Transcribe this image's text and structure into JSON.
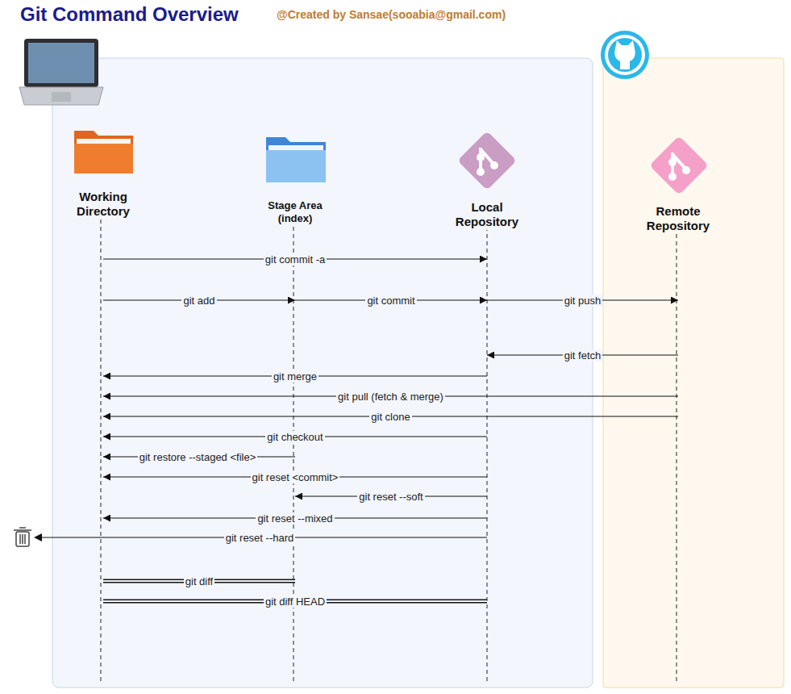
{
  "diagram": {
    "title": "Git Command Overview",
    "nodes": [
      {
        "text": [
          "Working Directory"
        ]
      },
      {
        "text": [
          "Stage Area (index)"
        ]
      },
      {
        "text": [
          "Local Repository"
        ]
      },
      {
        "text": [
          "Remote Repository"
        ]
      }
    ],
    "edges": [
      {
        "from": 0,
        "to": 2,
        "label": "git commit -a",
        "arrow": "to"
      },
      {
        "from": 0,
        "to": 1,
        "label": "git add",
        "arrow": "to"
      },
      {
        "from": 1,
        "to": 2,
        "label": "git commit",
        "arrow": "to"
      },
      {
        "from": 2,
        "to": 3,
        "label": "git push",
        "arrow": "to"
      },
      {
        "from": 3,
        "to": 2,
        "label": "git fetch",
        "arrow": "to"
      },
      {
        "from": 2,
        "to": 0,
        "label": "git merge",
        "arrow": "to"
      },
      {
        "from": 3,
        "to": 0,
        "label": "git pull (fetch & merge)",
        "arrow": "to"
      },
      {
        "from": 3,
        "to": 0,
        "label": "git clone",
        "arrow": "to"
      },
      {
        "from": 2,
        "to": 0,
        "label": "git checkout",
        "arrow": "to"
      },
      {
        "from": 1,
        "to": 0,
        "label": "git restore --staged <file>",
        "arrow": "to"
      },
      {
        "from": 2,
        "to": 0,
        "label": "git reset <commit>",
        "arrow": "to"
      },
      {
        "from": 2,
        "to": 1,
        "label": "git reset --soft",
        "arrow": "to"
      },
      {
        "from": 2,
        "to": 0,
        "label": "git reset --mixed",
        "arrow": "to"
      },
      {
        "from": 0,
        "to": 1,
        "label": "git diff",
        "arrow": "none"
      },
      {
        "from": 0,
        "to": 2,
        "label": "git diff HEAD",
        "arrow": "none"
      }
    ],
    "labels": [
      "@Created by Sansae(sooabia@gmail.com)",
      "git reset --hard"
    ]
  }
}
